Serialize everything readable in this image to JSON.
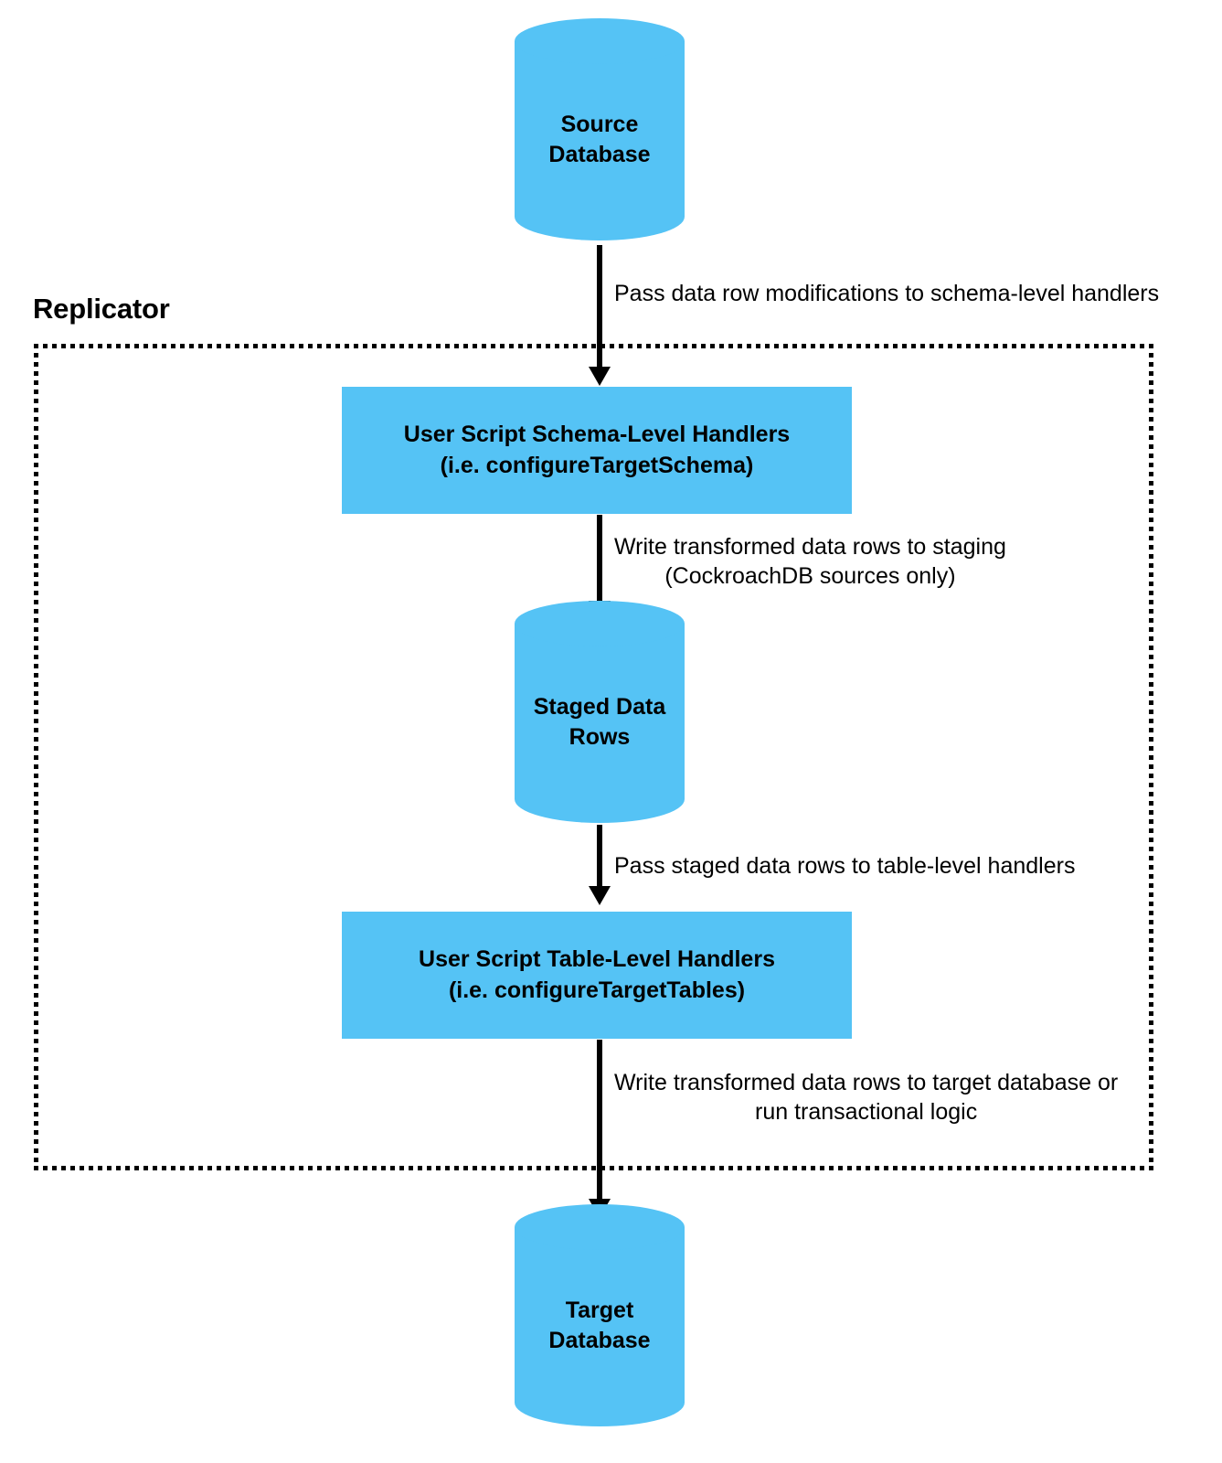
{
  "diagram": {
    "title": "Replicator data flow",
    "brand_color": "#55c3f5",
    "line_color": "#000000",
    "background": "#ffffff"
  },
  "boundary": {
    "label": "Replicator"
  },
  "nodes": {
    "source_database": {
      "shape": "cylinder",
      "label_line1": "Source",
      "label_line2": "Database"
    },
    "schema_handlers": {
      "shape": "rectangle",
      "label_line1": "User Script Schema-Level Handlers",
      "label_line2": "(i.e. configureTargetSchema)"
    },
    "staged_data_rows": {
      "shape": "cylinder",
      "label_line1": "Staged Data",
      "label_line2": "Rows"
    },
    "table_handlers": {
      "shape": "rectangle",
      "label_line1": "User Script Table-Level Handlers",
      "label_line2": "(i.e. configureTargetTables)"
    },
    "target_database": {
      "shape": "cylinder",
      "label_line1": "Target",
      "label_line2": "Database"
    }
  },
  "edges": {
    "source_to_schema": {
      "label_line1": "Pass data row modifications to schema-level handlers",
      "label_line2": ""
    },
    "schema_to_staged": {
      "label_line1": "Write transformed data rows to staging",
      "label_line2": "(CockroachDB sources only)"
    },
    "staged_to_table": {
      "label_line1": "Pass staged data rows to table-level handlers",
      "label_line2": ""
    },
    "table_to_target": {
      "label_line1": "Write transformed data rows to target database or",
      "label_line2": "run transactional logic"
    }
  }
}
